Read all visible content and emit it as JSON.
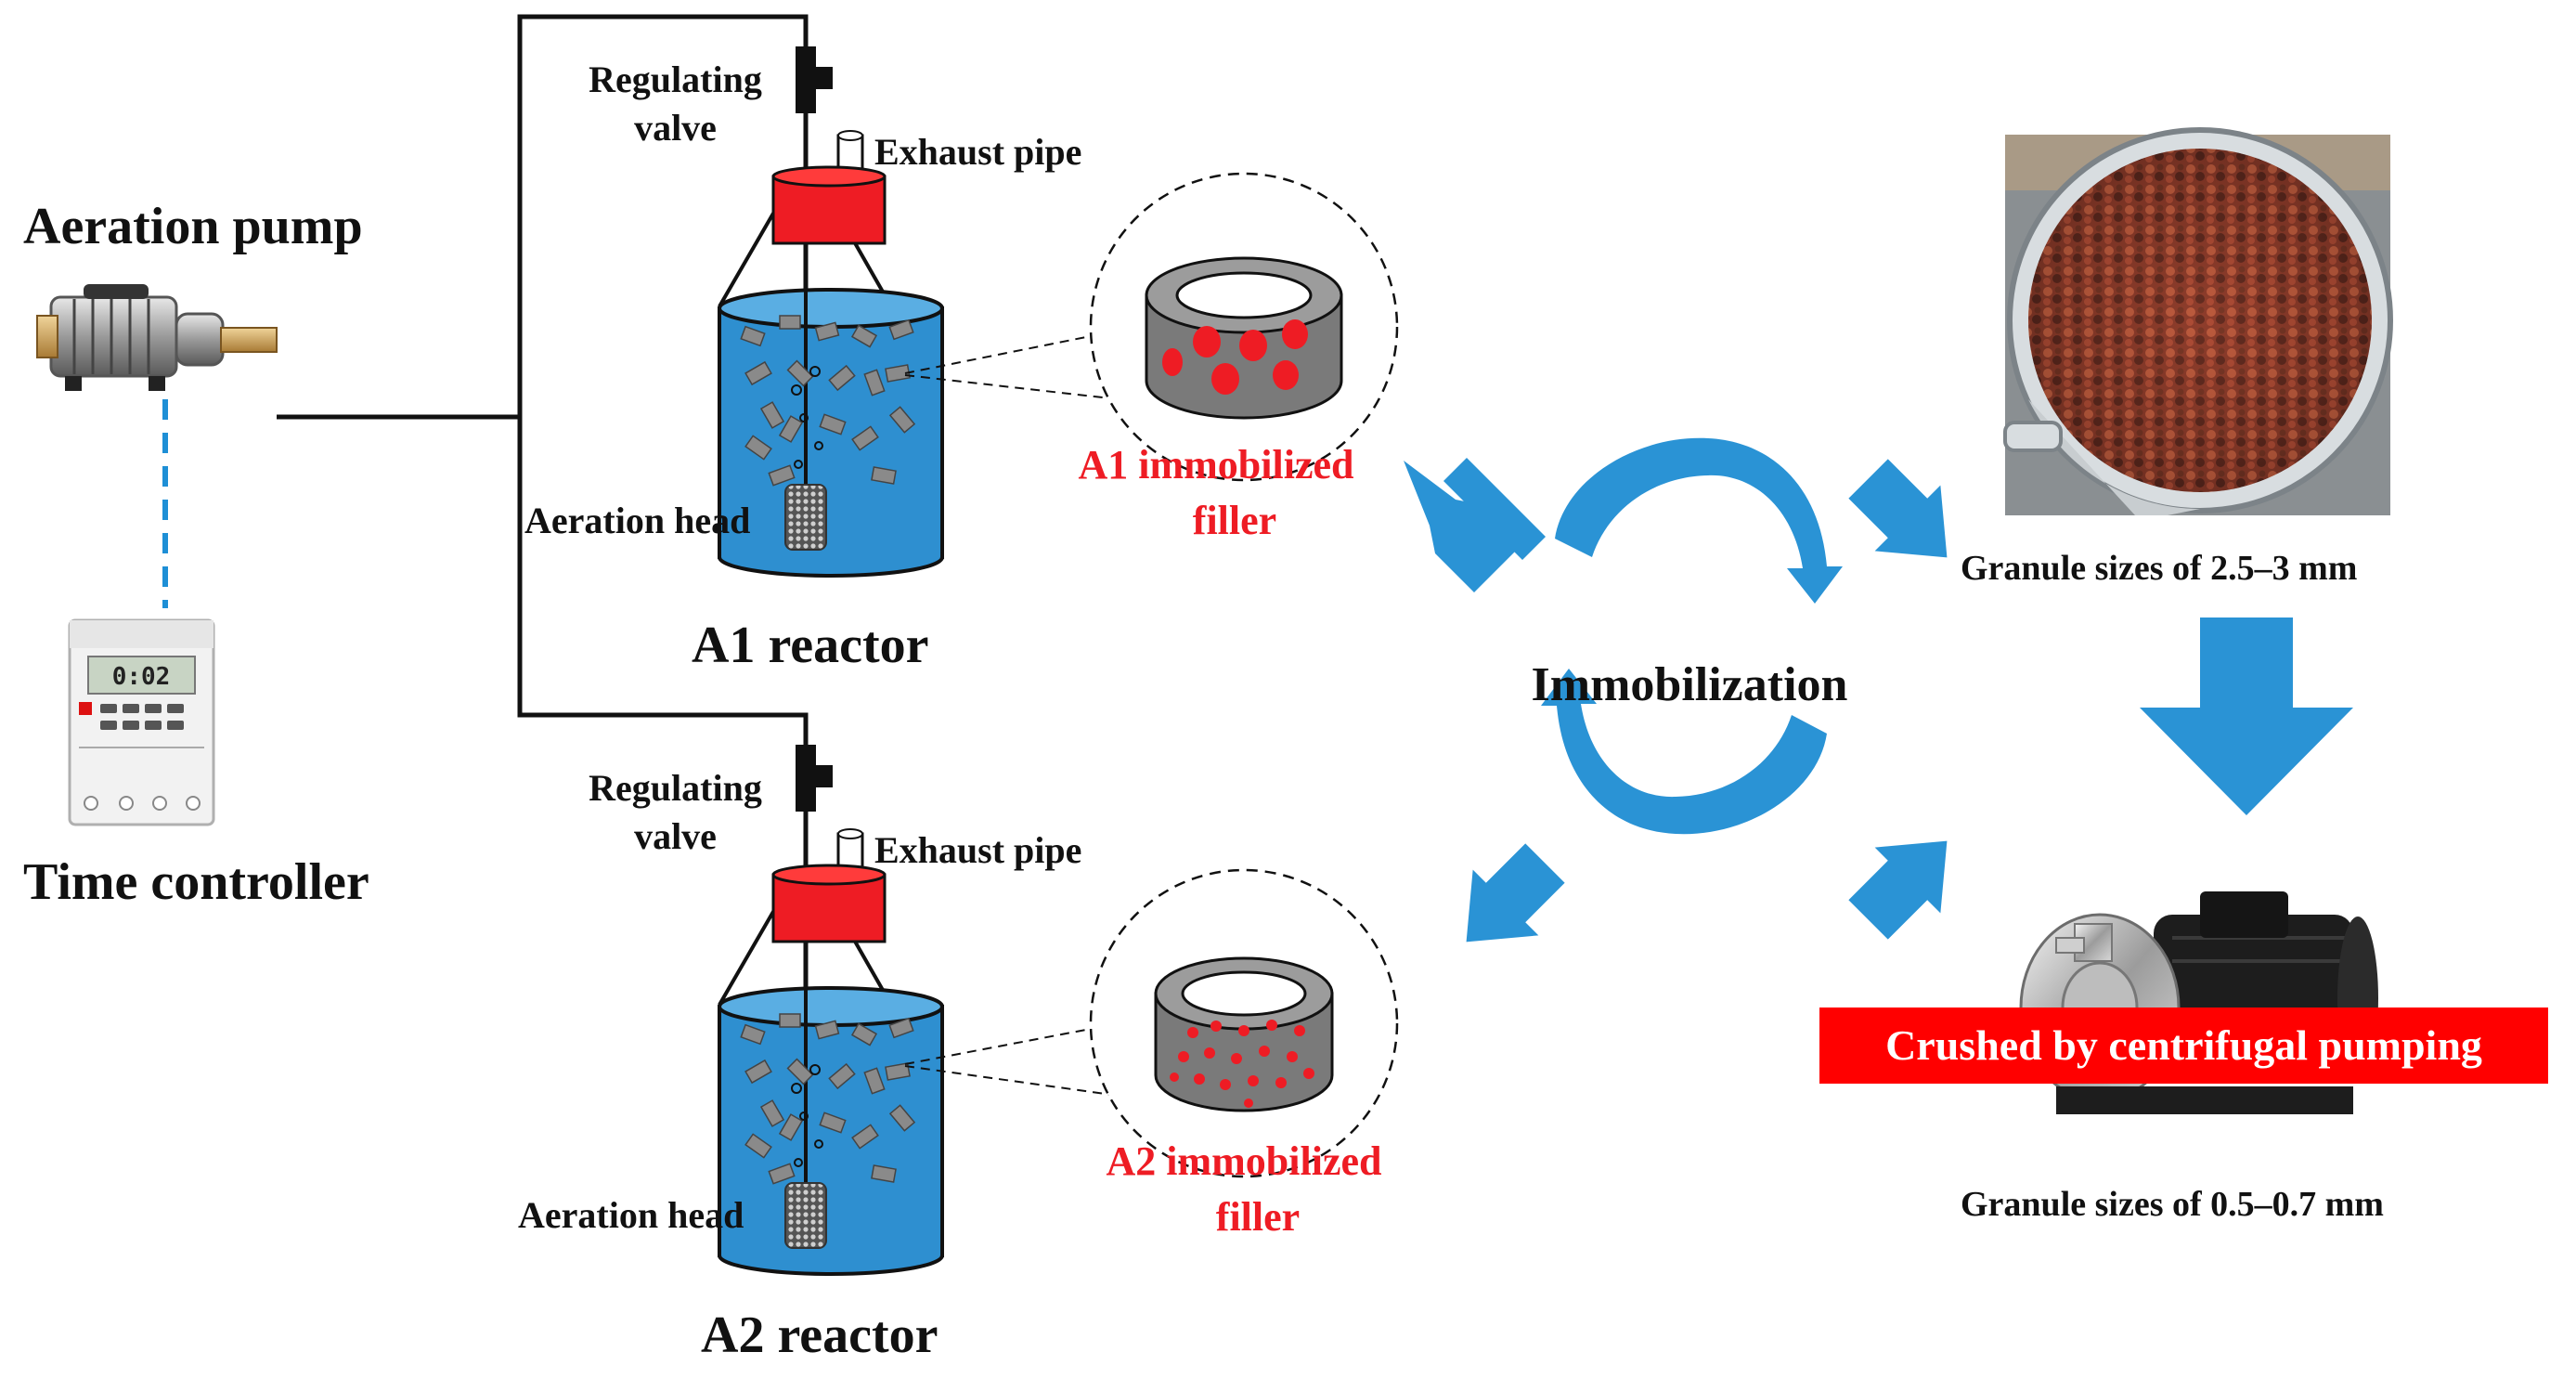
{
  "left": {
    "aeration_pump_label": "Aeration pump",
    "time_controller_label": "Time controller",
    "timer_display": "0:02"
  },
  "reactor_a1": {
    "valve_label_line1": "Regulating",
    "valve_label_line2": "valve",
    "exhaust_label": "Exhaust pipe",
    "aeration_head_label": "Aeration head",
    "reactor_label": "A1 reactor",
    "filler_label_line1": "A1 immobilized",
    "filler_label_line2": "filler"
  },
  "reactor_a2": {
    "valve_label_line1": "Regulating",
    "valve_label_line2": "valve",
    "exhaust_label": "Exhaust pipe",
    "aeration_head_label": "Aeration head",
    "reactor_label": "A2 reactor",
    "filler_label_line1": "A2 immobilized",
    "filler_label_line2": "filler"
  },
  "center": {
    "cycle_label": "Immobilization"
  },
  "right": {
    "granule_large_label": "Granule sizes of 2.5–3 mm",
    "crush_banner": "Crushed by centrifugal pumping",
    "granule_small_label": "Granule sizes of 0.5–0.7 mm"
  },
  "colors": {
    "water": "#2e8fd0",
    "lid": "#ee1c24",
    "arrow": "#2a93d5",
    "filler_dot": "#ee1c24",
    "banner": "#ff0000"
  }
}
